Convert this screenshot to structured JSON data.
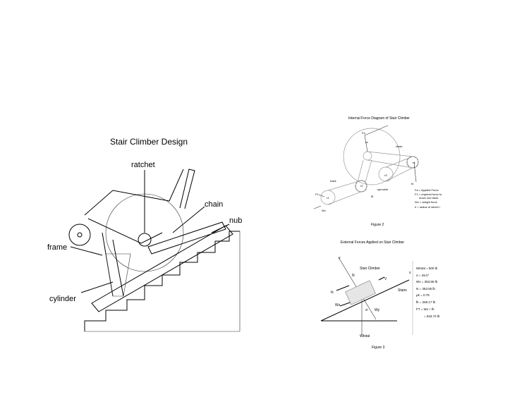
{
  "left_figure": {
    "title": "Stair Climber Design",
    "labels": {
      "ratchet": "ratchet",
      "chain": "chain",
      "nub": "nub",
      "frame": "frame",
      "cylinder": "cylinder"
    }
  },
  "figure2": {
    "title": "Internal Force Diagram of Stair Climber",
    "caption": "Figure 2",
    "labels": {
      "fa": "Fa",
      "ra": "ra",
      "chain": "chain",
      "r1": "r1",
      "r4": "r4",
      "r3": "r3",
      "f4": "f4",
      "track": "track",
      "sprocket": "sprocket",
      "r2": "r2",
      "f2": "F1",
      "r_small": "r1",
      "wc": "Wc",
      "f5": "f5"
    },
    "legend": [
      "Fa = Applied Force",
      "F1 = required force to",
      "move one track",
      "Wc = weight force",
      "ri = radius of wheel i"
    ]
  },
  "figure3": {
    "title": "External Forces Applied on Stair Climber",
    "caption": "Figure 3",
    "labels": {
      "y": "y",
      "x": "x",
      "n": "N",
      "v": "V",
      "fx": "fx",
      "stair_climber": "Stair Climber",
      "stairs": "Stairs",
      "wx": "Wx",
      "wy": "Wy",
      "theta": "σ",
      "wtotal": "Wtotal"
    },
    "values": [
      "Wtotal = 500 lb",
      "σ = 45.0°",
      "Wx = 353.55 lb",
      "N = 353.55 lb",
      "μk = 0.75",
      "fk = 265.17 lb",
      "FT = Wx + fk",
      "= 618.72 lb"
    ]
  }
}
